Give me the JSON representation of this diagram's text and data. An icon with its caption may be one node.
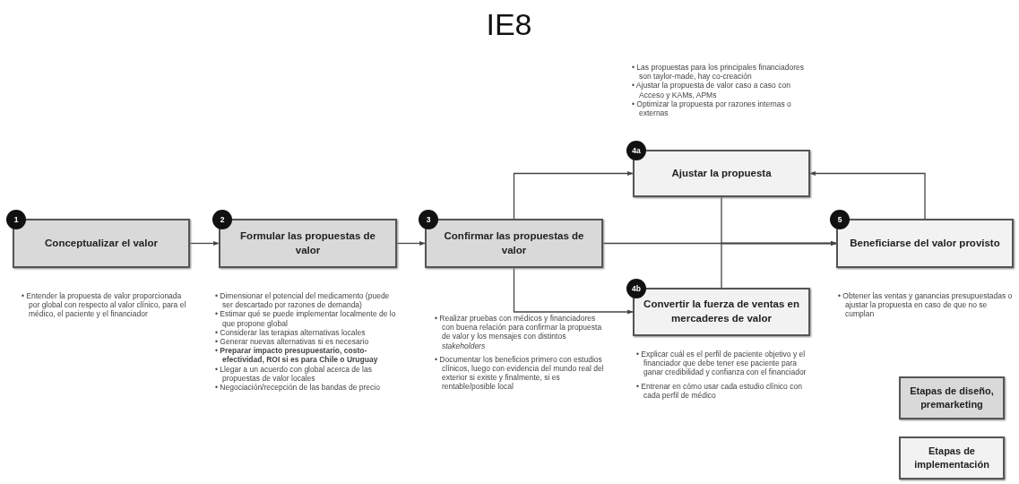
{
  "diagram": {
    "title": "IE8",
    "nodes": [
      {
        "text": [
          "1",
          "Conceptualizar el valor"
        ],
        "beside": [
          "• Entender la propuesta de valor proporcionada por global con respecto al valor clínico, para el médico, el paciente y el financiador"
        ]
      },
      {
        "text": [
          "2",
          "Formular las propuestas de valor"
        ],
        "beside": [
          "• Dimensionar el potencial del medicamento (puede ser descartado por razones de demanda)",
          "• Estimar qué se puede implementar localmente de lo que propone global",
          "• Considerar las terapias alternativas locales",
          "• Generar nuevas alternativas si es necesario",
          "• **Preparar impacto presupuestario, costo-efectividad, ROI si es para Chile o Uruguay**",
          "• Llegar a un acuerdo con global acerca de las propuestas de valor locales",
          "• Negociación/recepción de las bandas de precio"
        ]
      },
      {
        "text": [
          "3",
          "Confirmar las propuestas de valor"
        ],
        "beside": [
          "• Realizar pruebas con médicos y financiadores con buena relación para confirmar la propuesta de valor y los mensajes con distintos *stakeholders*",
          "• Documentar los beneficios primero con estudios clínicos, luego con evidencia del mundo real del exterior si existe y finalmente, si es rentable/posible local"
        ]
      },
      {
        "text": [
          "4a",
          "Ajustar la propuesta"
        ],
        "beside": [
          "• Las propuestas para los principales financiadores son taylor-made, hay co-creación",
          "• Ajustar la propuesta de valor caso a caso con Acceso y KAMs, APMs",
          "• Optimizar la propuesta por razones internas o externas"
        ]
      },
      {
        "text": [
          "4b",
          "Convertir la fuerza de ventas en mercaderes de valor"
        ],
        "beside": [
          "• Explicar cuál es el perfil de paciente objetivo y el financiador que debe tener ese paciente para ganar credibilidad y confianza con el financiador",
          "• Entrenar en cómo usar cada estudio clínico con cada perfil de médico"
        ]
      },
      {
        "text": [
          "5",
          "Beneficiarse del valor provisto"
        ],
        "beside": [
          "• Obtener las ventas y ganancias presupuestadas o ajustar la propuesta en caso de que no se cumplan"
        ]
      }
    ],
    "edges": [
      {
        "from": 0,
        "to": 1,
        "arrow": "to"
      },
      {
        "from": 1,
        "to": 2,
        "arrow": "to"
      },
      {
        "from": 2,
        "to": 5,
        "arrow": "to"
      },
      {
        "from": 2,
        "to": 3,
        "arrow": "to"
      },
      {
        "from": 2,
        "to": 4,
        "arrow": "to"
      },
      {
        "from": 5,
        "to": 3,
        "arrow": "to"
      },
      {
        "from": 3,
        "to": 5,
        "arrow": "to"
      },
      {
        "from": 4,
        "to": 5,
        "arrow": "to"
      }
    ],
    "legend": [
      {
        "text": "Etapas de diseño, premarketing",
        "color": "#d9d9d9"
      },
      {
        "text": "Etapas de implementación",
        "color": "#f2f2f2"
      }
    ]
  }
}
